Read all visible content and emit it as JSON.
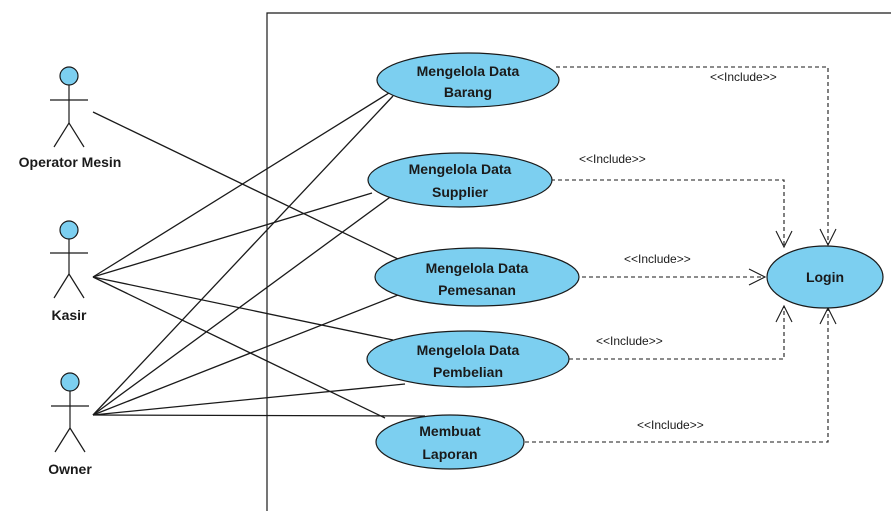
{
  "actors": [
    {
      "id": "operator",
      "label": "Operator Mesin"
    },
    {
      "id": "kasir",
      "label": "Kasir"
    },
    {
      "id": "owner",
      "label": "Owner"
    }
  ],
  "use_cases": [
    {
      "id": "uc1",
      "lines": [
        "Mengelola Data",
        "Barang"
      ]
    },
    {
      "id": "uc2",
      "lines": [
        "Mengelola Data",
        "Supplier"
      ]
    },
    {
      "id": "uc3",
      "lines": [
        "Mengelola Data",
        "Pemesanan"
      ]
    },
    {
      "id": "uc4",
      "lines": [
        "Mengelola Data",
        "Pembelian"
      ]
    },
    {
      "id": "uc5",
      "lines": [
        "Membuat",
        "Laporan"
      ]
    },
    {
      "id": "login",
      "lines": [
        "Login"
      ]
    }
  ],
  "include_label": "<<Include>>",
  "colors": {
    "fill": "#7ccff0",
    "stroke": "#1a1a1a"
  }
}
